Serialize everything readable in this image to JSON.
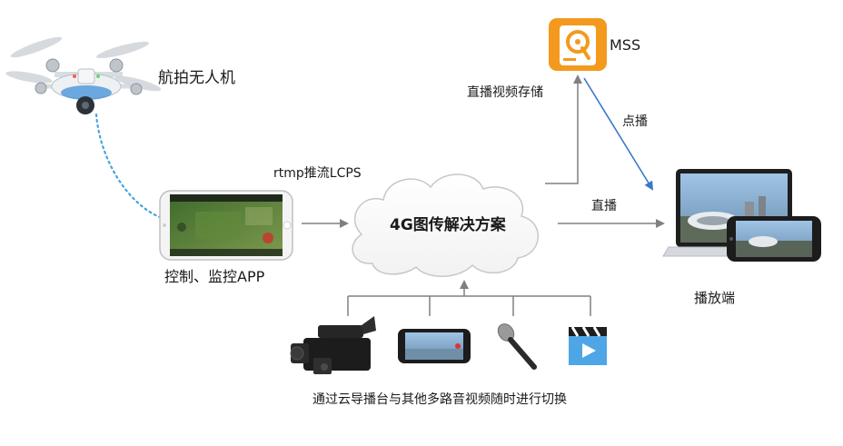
{
  "labels": {
    "drone": "航拍无人机",
    "app": "控制、监控APP",
    "rtmp": "rtmp推流LCPS",
    "cloud": "4G图传解决方案",
    "mss": "MSS",
    "storage": "直播视频存储",
    "vod": "点播",
    "live": "直播",
    "player": "播放端",
    "switch": "通过云导播台与其他多路音视频随时进行切换"
  },
  "icons": [
    "drone-icon",
    "phone-app-icon",
    "cloud-icon",
    "mss-storage-icon",
    "laptop-icon",
    "phone-player-icon",
    "video-camera-icon",
    "tablet-icon",
    "microphone-icon",
    "clapperboard-icon"
  ],
  "colors": {
    "arrow": "#808080",
    "vod_arrow": "#3a78c9",
    "drone_link": "#4aa3df",
    "mss_orange": "#f39a1e"
  }
}
